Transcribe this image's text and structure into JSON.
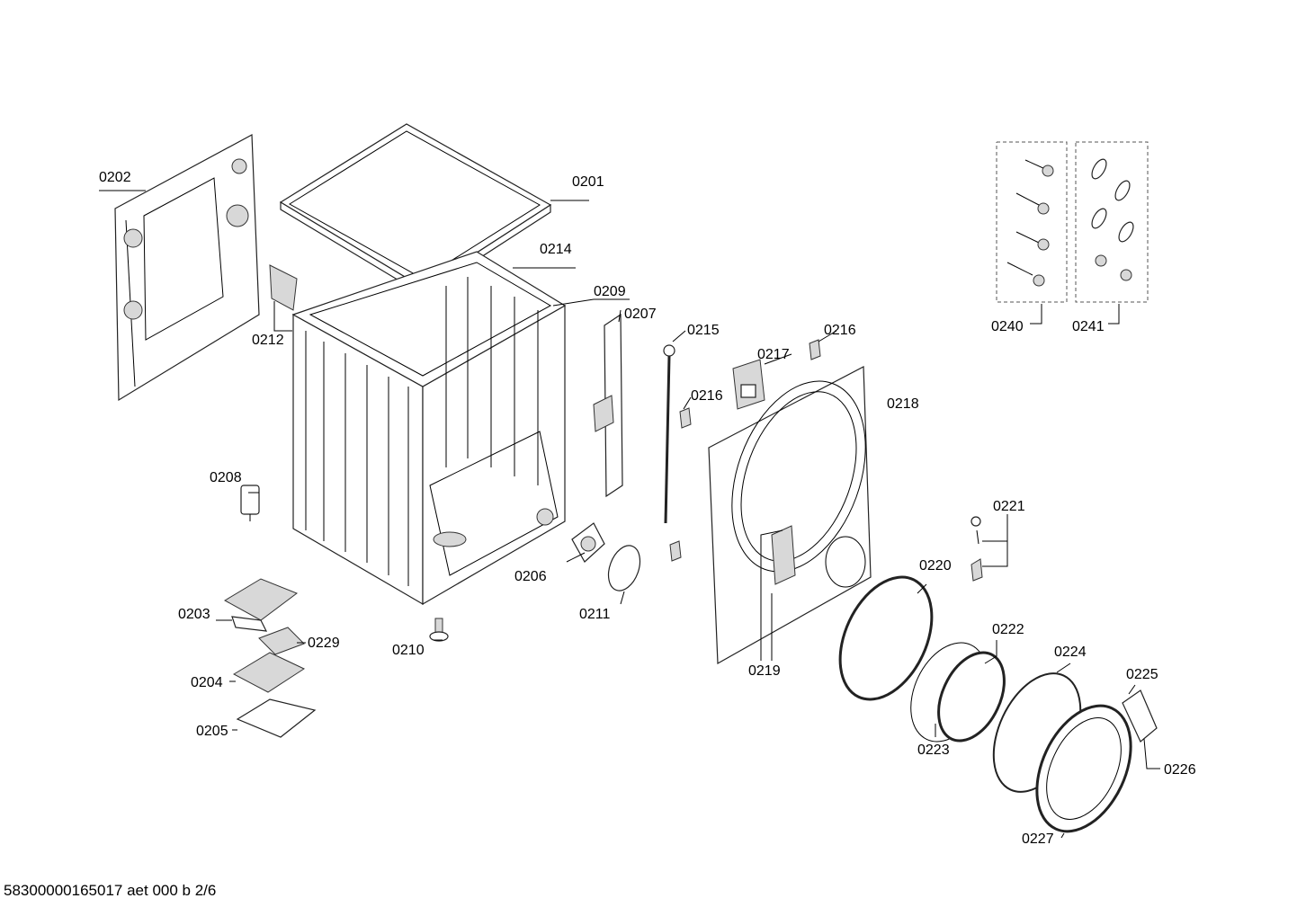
{
  "diagram": {
    "type": "exploded-parts-view",
    "callouts": {
      "c0201": "0201",
      "c0202": "0202",
      "c0203": "0203",
      "c0204": "0204",
      "c0205": "0205",
      "c0206": "0206",
      "c0207": "0207",
      "c0208": "0208",
      "c0209": "0209",
      "c0210": "0210",
      "c0211": "0211",
      "c0212": "0212",
      "c0214": "0214",
      "c0215": "0215",
      "c0216a": "0216",
      "c0216b": "0216",
      "c0217": "0217",
      "c0218": "0218",
      "c0219": "0219",
      "c0220": "0220",
      "c0221": "0221",
      "c0222": "0222",
      "c0223": "0223",
      "c0224": "0224",
      "c0225": "0225",
      "c0226": "0226",
      "c0227": "0227",
      "c0229": "0229",
      "c0240": "0240",
      "c0241": "0241"
    },
    "footer": "58300000165017 aet 000 b 2/6"
  }
}
